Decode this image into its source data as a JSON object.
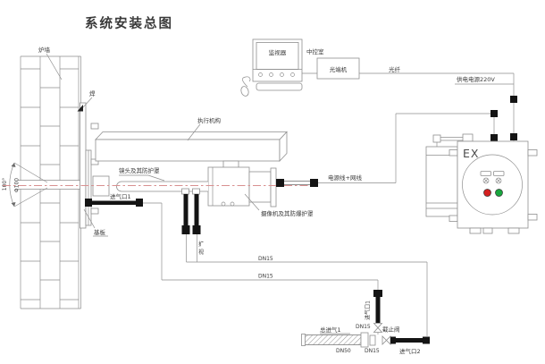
{
  "title": {
    "text": "系统安装总图",
    "color": "#1CB2EC"
  },
  "control_room": {
    "monitor": "监视器",
    "room": "中控室",
    "transceiver": "光端机",
    "fiber": "光纤",
    "power_supply": "供电电源220V"
  },
  "device": {
    "furnace_wall": "炉墙",
    "weld": "焊",
    "actuator": "执行机构",
    "lens": "镜头及其防护罩",
    "camera": "摄像机及其防爆护罩",
    "base_plate": "基板",
    "air_inlet1": "进气口1",
    "cone_angle": "100°",
    "hole_diameter": "Φ100",
    "purge_char1": "扩",
    "purge_char2": "视",
    "cable": "电源线+网线"
  },
  "ex_box": {
    "marking": "EX",
    "red_light": "#d42020",
    "green_light": "#18a63e"
  },
  "piping": {
    "dn15_upper": "DN15",
    "dn15_lower": "DN15",
    "main_inlet": "总进气1",
    "dn50": "DN50",
    "valve1_dn": "DN15",
    "stop_valve": "截止阀",
    "riser_inlet1": "进气口1",
    "air_inlet2": "进气口2"
  },
  "centerline_color": "#d99090"
}
